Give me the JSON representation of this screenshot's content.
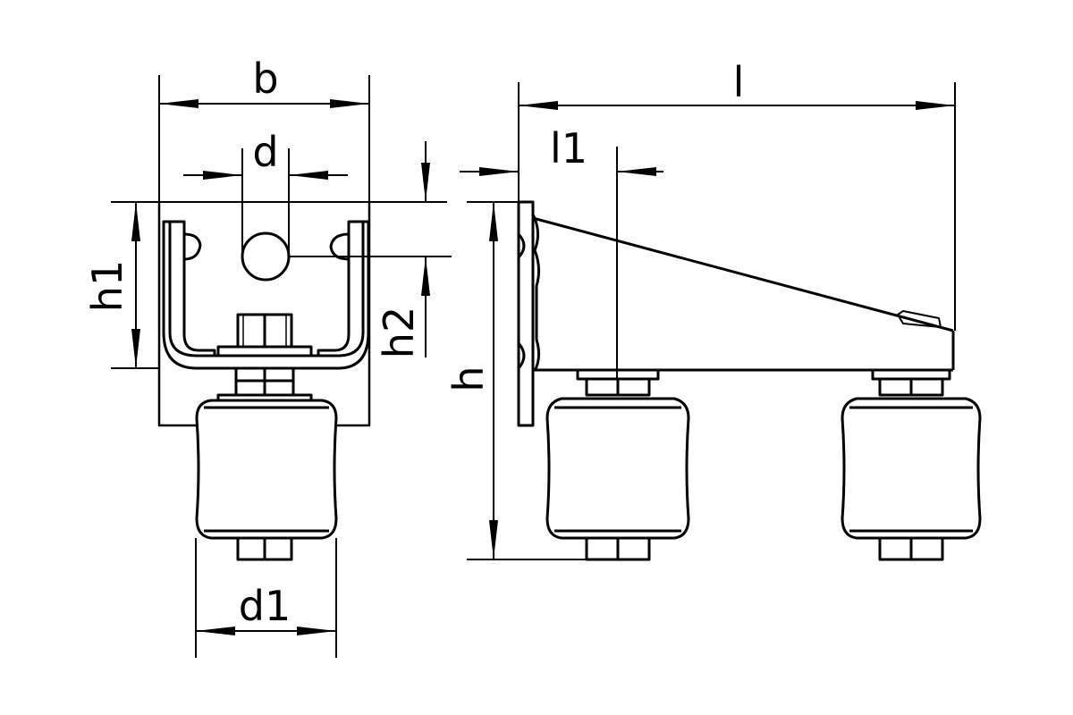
{
  "labels": {
    "b": "b",
    "d": "d",
    "h1": "h1",
    "h2": "h2",
    "h": "h",
    "l": "l",
    "l1": "l1",
    "d1": "d1"
  },
  "colors": {
    "line": "#000000",
    "background": "#ffffff"
  }
}
